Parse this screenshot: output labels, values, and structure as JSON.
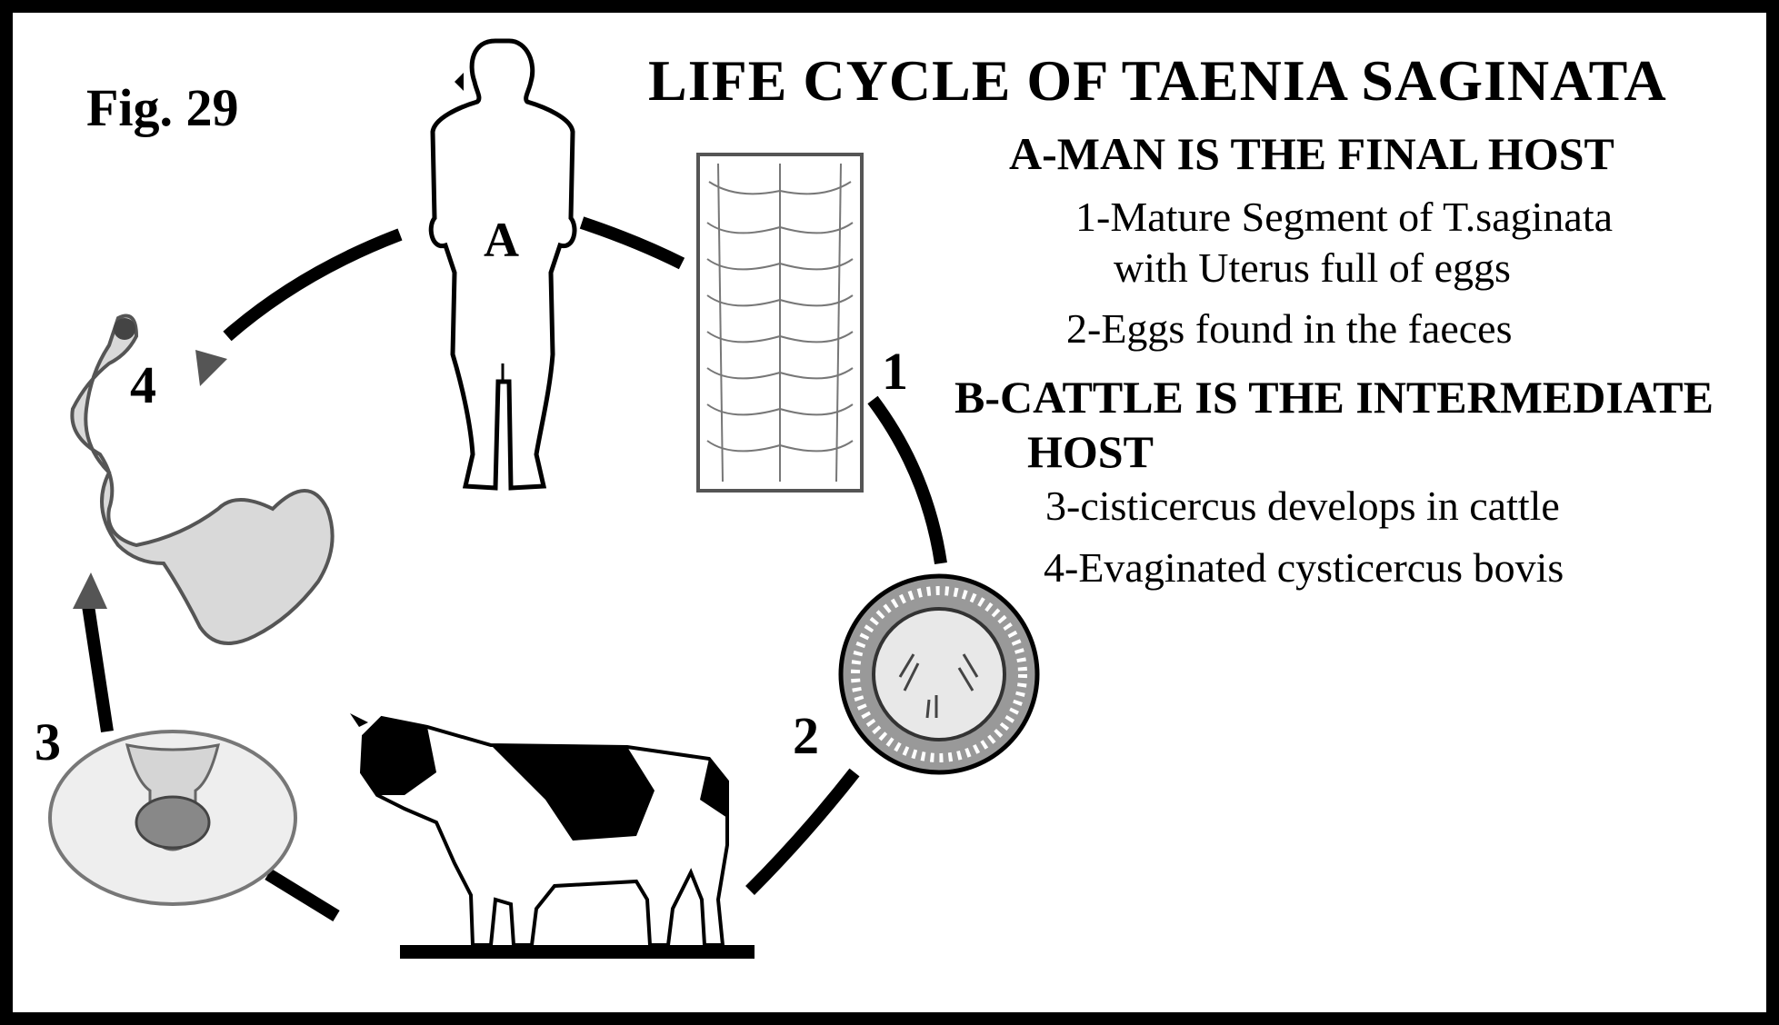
{
  "figure": {
    "fig_label": "Fig. 29",
    "title": "LIFE CYCLE OF TAENIA SAGINATA",
    "host_a": "A-MAN IS THE FINAL HOST",
    "item_1_line1": "1-Mature Segment of T.saginata",
    "item_1_line2": "with Uterus full of eggs",
    "item_2": "2-Eggs found in the faeces",
    "host_b_line1": "B-CATTLE IS THE INTERMEDIATE",
    "host_b_line2": "HOST",
    "item_3": "3-cisticercus develops in cattle",
    "item_4": "4-Evaginated cysticercus bovis"
  },
  "stage_numbers": {
    "one": "1",
    "two": "2",
    "three": "3",
    "four": "4",
    "man_label": "A"
  },
  "colors": {
    "ink": "#000000",
    "paper": "#ffffff",
    "cyst": "#e6e6e6",
    "intestine": "#d9d9d9",
    "arrow_gray": "#555555"
  }
}
